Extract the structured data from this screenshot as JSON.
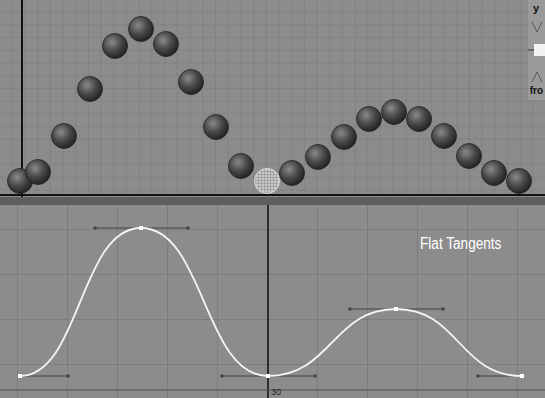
{
  "diagram": {
    "labels": [
      "Flat Tangents",
      "30",
      "y",
      "fro"
    ]
  }
}
